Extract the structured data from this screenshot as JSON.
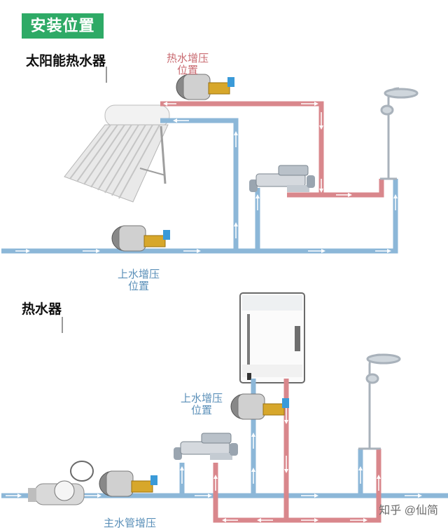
{
  "header": {
    "section_tag": "安装位置"
  },
  "solar": {
    "title": "太阳能热水器",
    "hot_pump_label_line1": "热水增压",
    "hot_pump_label_line2": "位置",
    "cold_pump_label_line1": "上水增压",
    "cold_pump_label_line2": "位置"
  },
  "gas": {
    "title": "热水器",
    "inlet_pump_label_line1": "上水增压",
    "inlet_pump_label_line2": "位置",
    "main_pump_label_line1": "主水管增压"
  },
  "watermark": "知乎 @仙简",
  "colors": {
    "hot": "#d9878c",
    "cold": "#8cb7d8",
    "tag": "#2eaa66"
  }
}
